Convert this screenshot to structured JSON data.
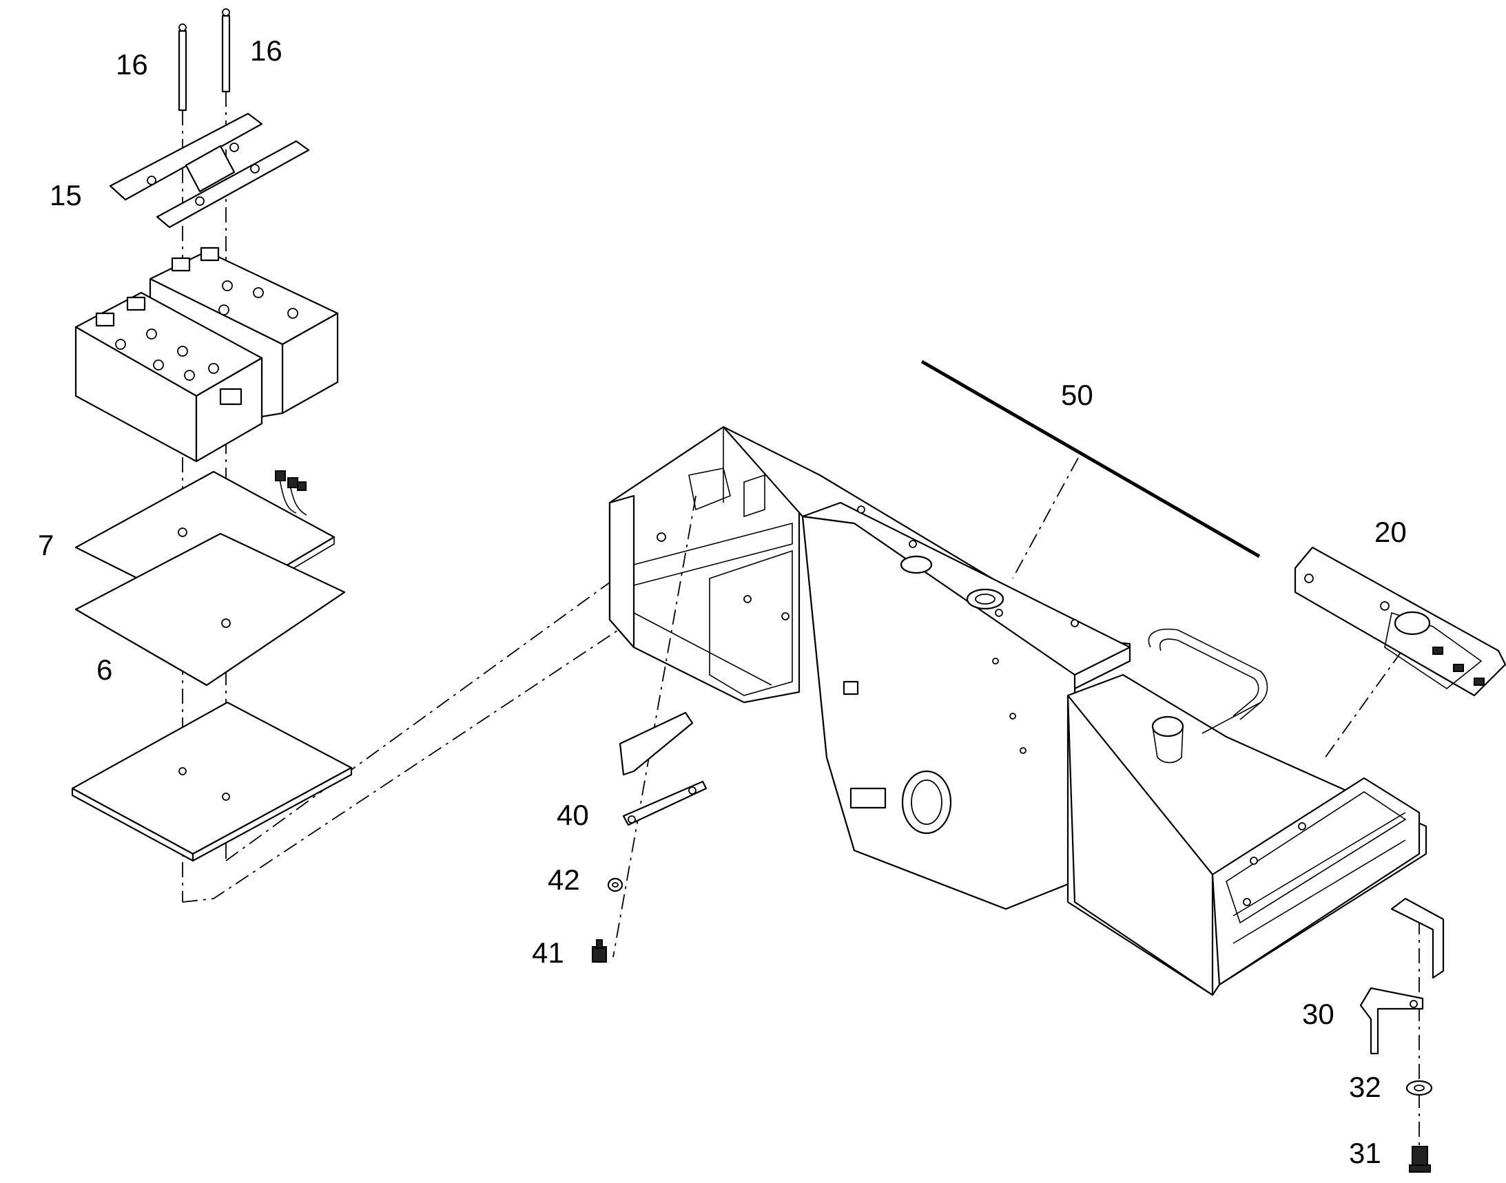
{
  "callouts": {
    "p16a": "16",
    "p16b": "16",
    "p15": "15",
    "p7": "7",
    "p6": "6",
    "p50": "50",
    "p20": "20",
    "p40": "40",
    "p42": "42",
    "p41": "41",
    "p30": "30",
    "p32": "32",
    "p31": "31"
  }
}
